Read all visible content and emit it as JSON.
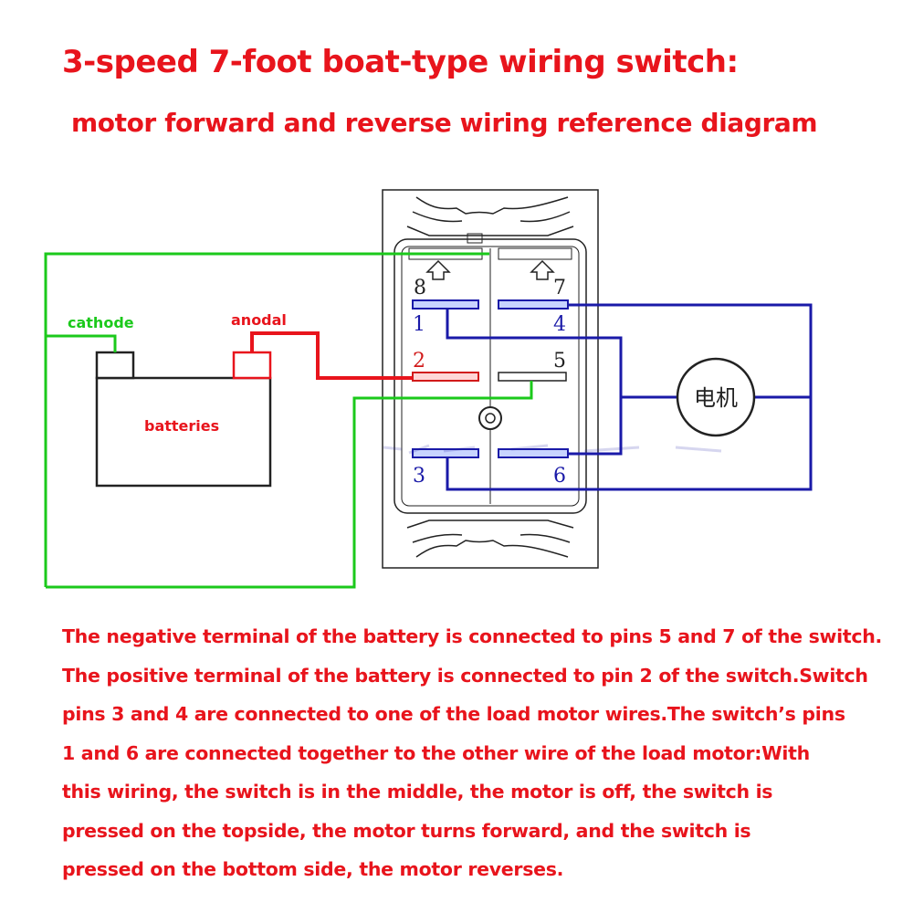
{
  "title": "3-speed 7-foot boat-type wiring switch:",
  "subtitle": "motor forward and reverse wiring reference diagram",
  "labels": {
    "cathode": "cathode",
    "anodal": "anodal",
    "batteries": "batteries",
    "motor": "电机"
  },
  "pins": {
    "p1": "1",
    "p2": "2",
    "p3": "3",
    "p4": "4",
    "p5": "5",
    "p6": "6",
    "p7": "7",
    "p8": "8"
  },
  "wire_colors": {
    "negative": "#1bc91b",
    "positive": "#e8141c",
    "motor": "#1a1aa8"
  },
  "description": [
    "The negative terminal of the battery is connected to pins 5 and 7 of the switch.",
    "The positive terminal of the battery is connected to pin 2 of the switch.Switch",
    "pins 3 and 4 are connected to one of the load motor wires.The switch’s pins",
    "1 and 6 are connected together to the other wire of the load motor:With",
    "this wiring, the switch is in the middle, the motor is off, the switch is",
    "pressed on the topside, the motor turns forward, and the switch is",
    "pressed on the bottom side, the motor reverses."
  ]
}
